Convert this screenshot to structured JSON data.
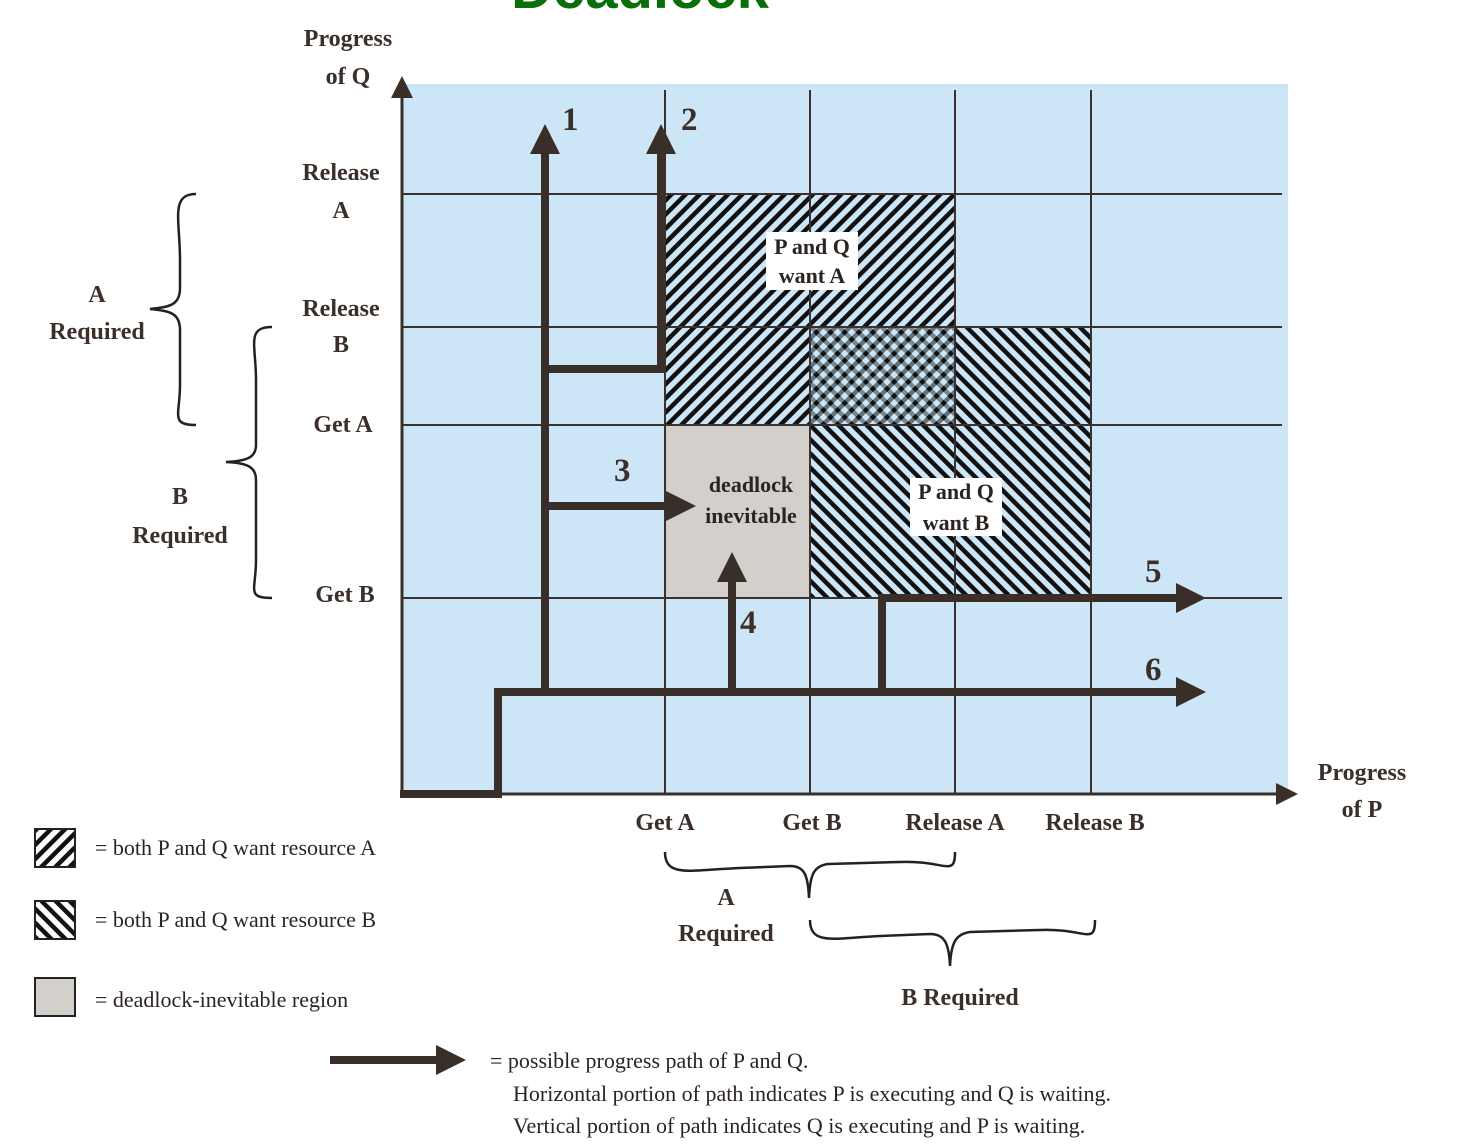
{
  "title": "Deadlock",
  "axes": {
    "y_label_line1": "Progress",
    "y_label_line2": "of Q",
    "x_label_line1": "Progress",
    "x_label_line2": "of P"
  },
  "y_ticks": {
    "release_a_line1": "Release",
    "release_a_line2": "A",
    "release_b_line1": "Release",
    "release_b_line2": "B",
    "get_a": "Get A",
    "get_b": "Get B"
  },
  "x_ticks": {
    "get_a": "Get A",
    "get_b": "Get B",
    "release_a": "Release A",
    "release_b": "Release B"
  },
  "braces": {
    "y_a_line1": "A",
    "y_a_line2": "Required",
    "y_b_line1": "B",
    "y_b_line2": "Required",
    "x_a_line1": "A",
    "x_a_line2": "Required",
    "x_b": "B Required"
  },
  "regions": {
    "want_a_line1": "P and Q",
    "want_a_line2": "want A",
    "want_b_line1": "P and Q",
    "want_b_line2": "want B",
    "deadlock_line1": "deadlock",
    "deadlock_line2": "inevitable"
  },
  "paths": [
    "1",
    "2",
    "3",
    "4",
    "5",
    "6"
  ],
  "legend": {
    "want_a": "= both P and Q want resource A",
    "want_b": "= both P and Q want resource B",
    "deadlock": "= deadlock-inevitable region",
    "path_line1": "= possible progress path of P and Q.",
    "path_line2": "Horizontal portion of path indicates P is executing and Q is waiting.",
    "path_line3": "Vertical portion of path indicates Q is executing and P is waiting."
  },
  "colors": {
    "background": "#cce6f8",
    "deadlock_region": "#d3cfca",
    "path": "#3a2e28",
    "title": "#0a6e0a"
  }
}
